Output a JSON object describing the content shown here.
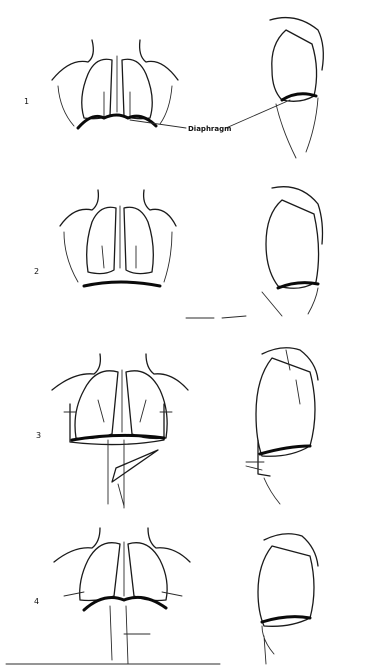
{
  "figure": {
    "panels": [
      {
        "number": "1"
      },
      {
        "number": "2"
      },
      {
        "number": "3"
      },
      {
        "number": "4"
      }
    ],
    "callout_label": "Diaphragm",
    "ink_color": "#1a1a1a"
  }
}
